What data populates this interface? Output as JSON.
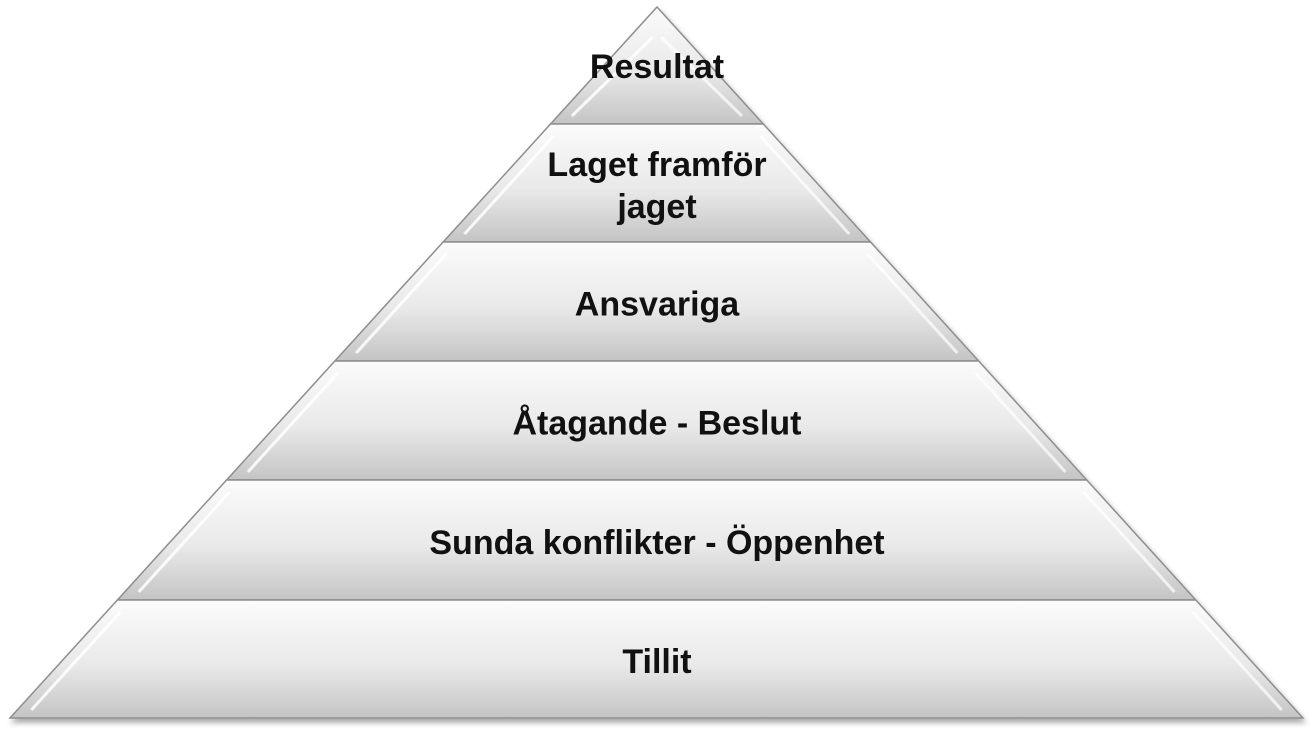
{
  "diagram": {
    "type": "pyramid",
    "levels": [
      {
        "label": "Resultat"
      },
      {
        "label": "Laget framför jaget",
        "lines": [
          "Laget framför",
          "jaget"
        ]
      },
      {
        "label": "Ansvariga"
      },
      {
        "label": "Åtagande - Beslut"
      },
      {
        "label": "Sunda konflikter - Öppenhet"
      },
      {
        "label": "Tillit"
      }
    ],
    "colors": {
      "band_light": "#fbfbfb",
      "band_dark": "#c4c4c4",
      "edge": "#8e8e8e",
      "text": "#111111"
    }
  }
}
